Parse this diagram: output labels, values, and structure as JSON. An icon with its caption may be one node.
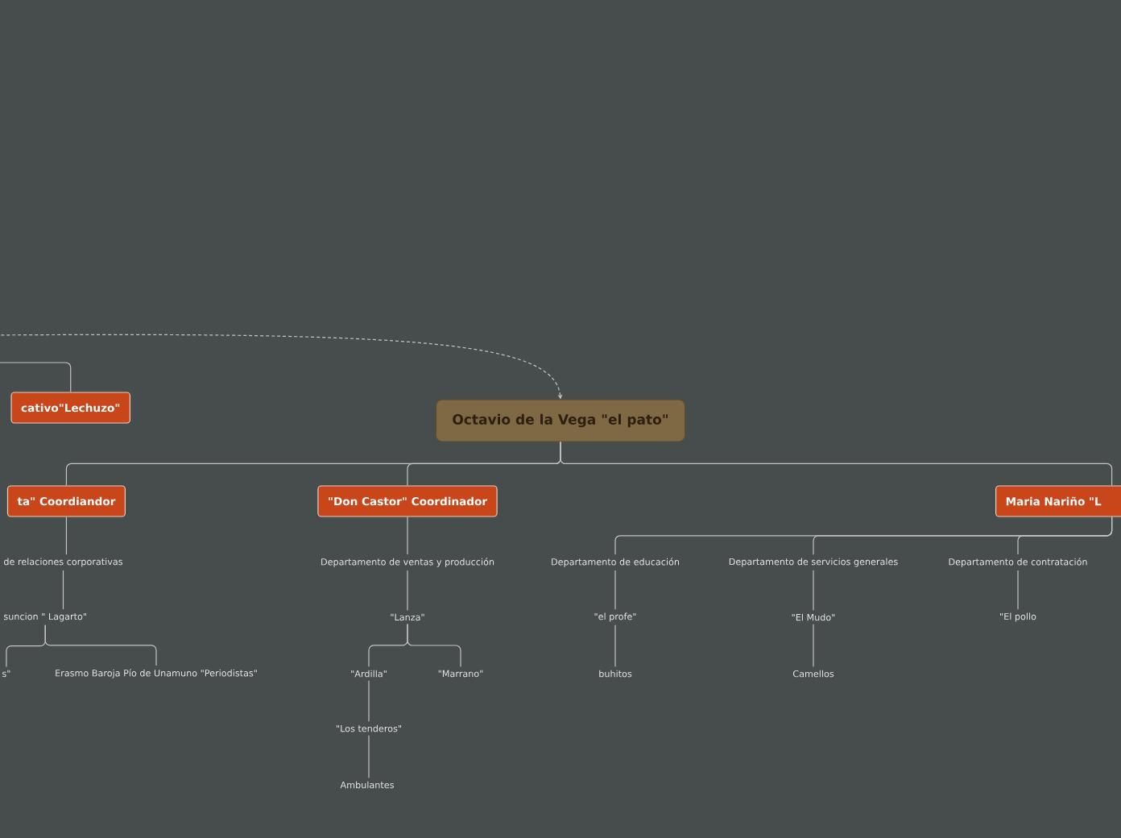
{
  "diagram": {
    "nodes": [
      {
        "text": [
          "Octavio de la Vega \"el pato\""
        ]
      },
      {
        "text": [
          "cativo\"Lechuzo\""
        ]
      },
      {
        "text": [
          "ta\" Coordiandor"
        ]
      },
      {
        "text": [
          "\"Don Castor\" Coordinador"
        ]
      },
      {
        "text": [
          "Maria Nariño \"L"
        ]
      },
      {
        "text": [
          "de relaciones corporativas"
        ]
      },
      {
        "text": [
          "suncion  \" Lagarto\""
        ]
      },
      {
        "text": [
          "s\""
        ]
      },
      {
        "text": [
          "Erasmo Baroja Pío de Unamuno \"Periodistas\""
        ]
      },
      {
        "text": [
          "Departamento de ventas y producción"
        ]
      },
      {
        "text": [
          "\"Lanza\""
        ]
      },
      {
        "text": [
          "\"Ardilla\""
        ]
      },
      {
        "text": [
          "\"Marrano\""
        ]
      },
      {
        "text": [
          "\"Los  tenderos\""
        ]
      },
      {
        "text": [
          "Ambulantes"
        ]
      },
      {
        "text": [
          "Departamento de educación"
        ]
      },
      {
        "text": [
          "Departamento de servicios generales"
        ]
      },
      {
        "text": [
          "Departamento de contratación"
        ]
      },
      {
        "text": [
          "\"el profe\""
        ]
      },
      {
        "text": [
          "buhitos"
        ]
      },
      {
        "text": [
          "\"El Mudo\""
        ]
      },
      {
        "text": [
          "Camellos"
        ]
      },
      {
        "text": [
          "\"El pollo"
        ]
      }
    ],
    "edges": [
      {
        "from": null,
        "to": 0,
        "arrow": "to",
        "style": "dashed"
      },
      {
        "from": null,
        "to": 1,
        "arrow": "none"
      },
      {
        "from": 0,
        "to": 2,
        "arrow": "none"
      },
      {
        "from": 0,
        "to": 3,
        "arrow": "none"
      },
      {
        "from": 0,
        "to": 4,
        "arrow": "none"
      },
      {
        "from": 2,
        "to": 5,
        "arrow": "none"
      },
      {
        "from": 5,
        "to": 6,
        "arrow": "none"
      },
      {
        "from": 6,
        "to": 7,
        "arrow": "none"
      },
      {
        "from": 6,
        "to": 8,
        "arrow": "none"
      },
      {
        "from": 3,
        "to": 9,
        "arrow": "none"
      },
      {
        "from": 9,
        "to": 10,
        "arrow": "none"
      },
      {
        "from": 10,
        "to": 11,
        "arrow": "none"
      },
      {
        "from": 10,
        "to": 12,
        "arrow": "none"
      },
      {
        "from": 11,
        "to": 13,
        "arrow": "none"
      },
      {
        "from": 13,
        "to": 14,
        "arrow": "none"
      },
      {
        "from": 4,
        "to": 15,
        "arrow": "none"
      },
      {
        "from": 4,
        "to": 16,
        "arrow": "none"
      },
      {
        "from": 4,
        "to": 17,
        "arrow": "none"
      },
      {
        "from": 15,
        "to": 18,
        "arrow": "none"
      },
      {
        "from": 18,
        "to": 19,
        "arrow": "none"
      },
      {
        "from": 16,
        "to": 20,
        "arrow": "none"
      },
      {
        "from": 20,
        "to": 21,
        "arrow": "none"
      },
      {
        "from": 17,
        "to": 22,
        "arrow": "none"
      }
    ]
  }
}
